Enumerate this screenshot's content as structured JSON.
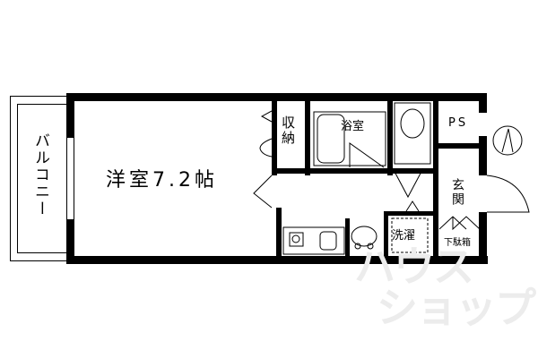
{
  "plan": {
    "rooms": {
      "western_room": "洋室7.2帖",
      "balcony": "バルコニー",
      "storage": "収納",
      "bath": "浴室",
      "ps": "PS",
      "entrance": "玄関",
      "laundry": "洗濯",
      "shoe_box": "下駄箱"
    },
    "compass": "north-arrow",
    "watermark": [
      "ハウス",
      "ショップ"
    ]
  }
}
